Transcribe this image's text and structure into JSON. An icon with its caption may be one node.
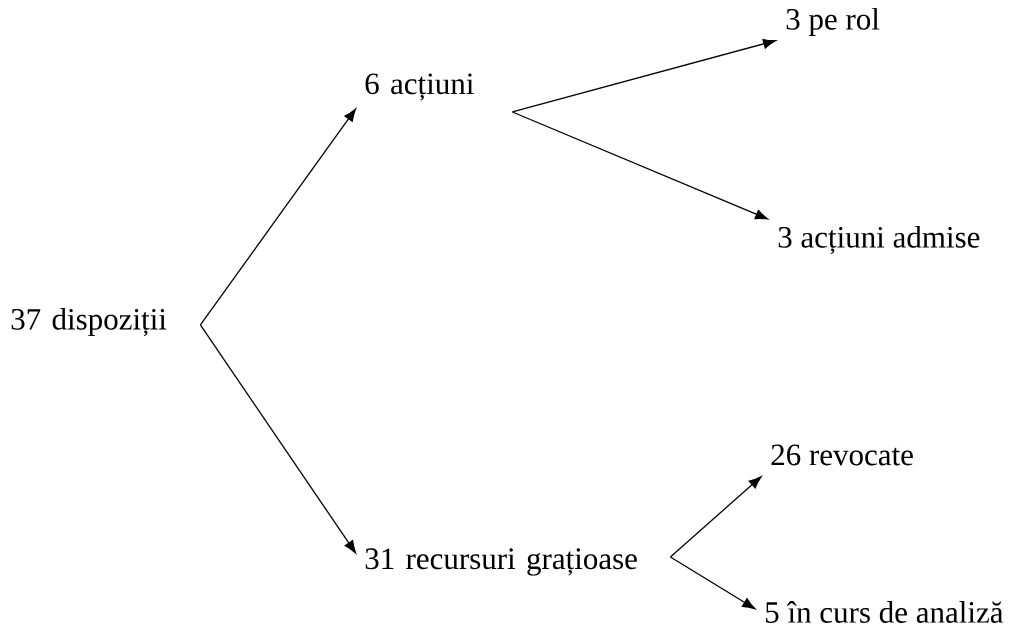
{
  "diagram": {
    "nodes": [
      {
        "text": [
          "37 dispoziții"
        ]
      },
      {
        "text": [
          "6 acțiuni"
        ]
      },
      {
        "text": [
          "3 pe rol"
        ]
      },
      {
        "text": [
          "3 acțiuni admise"
        ]
      },
      {
        "text": [
          "31 recursuri grațioase"
        ]
      },
      {
        "text": [
          "26 revocate"
        ]
      },
      {
        "text": [
          "5 în curs de analiză"
        ]
      }
    ],
    "edges": [
      {
        "from": 0,
        "to": 1,
        "arrow": "to"
      },
      {
        "from": 0,
        "to": 4,
        "arrow": "to"
      },
      {
        "from": 1,
        "to": 2,
        "arrow": "to"
      },
      {
        "from": 1,
        "to": 3,
        "arrow": "to"
      },
      {
        "from": 4,
        "to": 5,
        "arrow": "to"
      },
      {
        "from": 4,
        "to": 6,
        "arrow": "to"
      }
    ]
  }
}
